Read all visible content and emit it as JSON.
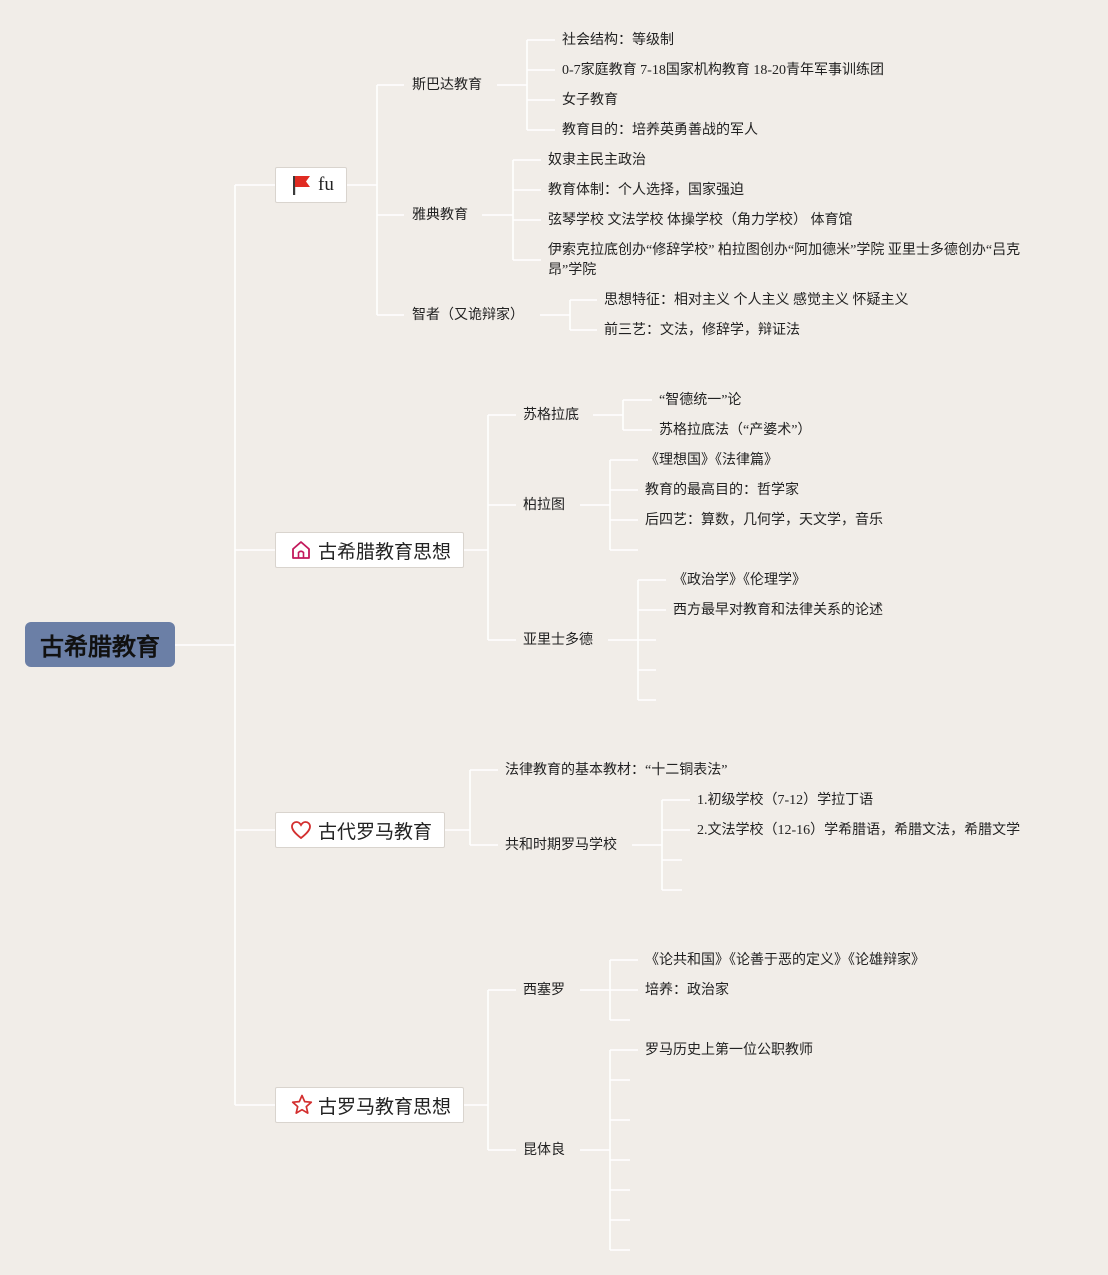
{
  "root": {
    "title": "古希腊教育"
  },
  "branches": [
    {
      "label": "fu",
      "icon": "red-flag-icon",
      "children": [
        {
          "label": "斯巴达教育",
          "children": [
            "社会结构：等级制",
            "0-7家庭教育 7-18国家机构教育 18-20青年军事训练团",
            "女子教育",
            "教育目的：培养英勇善战的军人"
          ]
        },
        {
          "label": "雅典教育",
          "children": [
            "奴隶主民主政治",
            "教育体制：个人选择，国家强迫",
            "弦琴学校 文法学校 体操学校（角力学校） 体育馆",
            "伊索克拉底创办“修辞学校” 柏拉图创办“阿加德米”学院 亚里士多德创办“吕克昂”学院"
          ]
        },
        {
          "label": "智者（又诡辩家）",
          "children": [
            "思想特征：相对主义 个人主义 感觉主义 怀疑主义",
            "前三艺：文法，修辞学，辩证法"
          ]
        }
      ]
    },
    {
      "label": "古希腊教育思想",
      "icon": "house-icon",
      "children": [
        {
          "label": "苏格拉底",
          "children": [
            "“智德统一”论",
            "苏格拉底法（“产婆术”）"
          ]
        },
        {
          "label": "柏拉图",
          "children": [
            "《理想国》《法律篇》",
            "教育的最高目的：哲学家",
            "后四艺：算数，几何学，天文学，音乐"
          ]
        },
        {
          "label": "亚里士多德",
          "children": [
            "《政治学》《伦理学》",
            "西方最早对教育和法律关系的论述"
          ]
        }
      ]
    },
    {
      "label": "古代罗马教育",
      "icon": "heart-icon",
      "children": [
        {
          "label": "法律教育的基本教材：“十二铜表法”",
          "children": []
        },
        {
          "label": "共和时期罗马学校",
          "children": [
            "1.初级学校（7-12）学拉丁语",
            "2.文法学校（12-16）学希腊语，希腊文法，希腊文学"
          ]
        }
      ]
    },
    {
      "label": "古罗马教育思想",
      "icon": "star-icon",
      "children": [
        {
          "label": "西塞罗",
          "children": [
            "《论共和国》《论善于恶的定义》《论雄辩家》",
            "培养：政治家"
          ]
        },
        {
          "label": "昆体良",
          "children": [
            "罗马历史上第一位公职教师"
          ]
        }
      ]
    }
  ]
}
